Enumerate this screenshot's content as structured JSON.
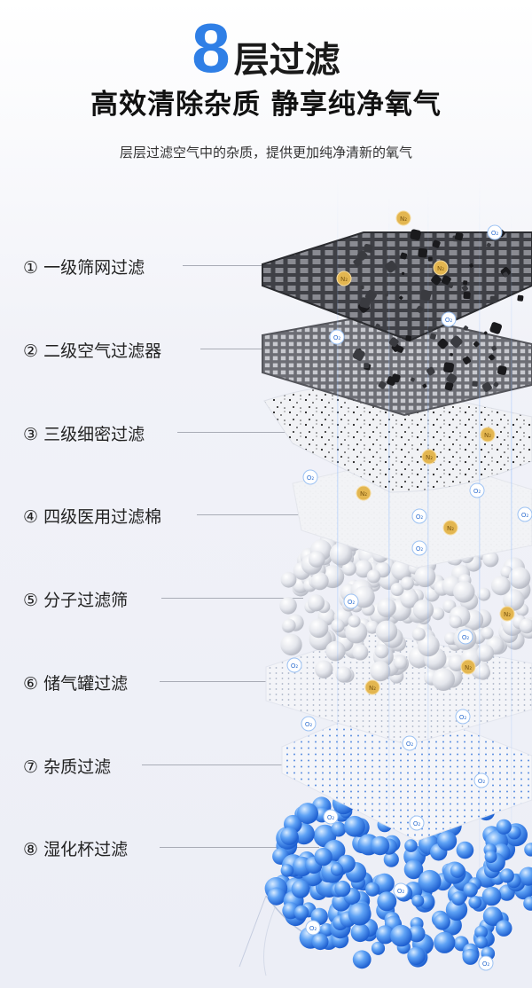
{
  "header": {
    "title_number": "8",
    "title_text": "层过滤",
    "subtitle": "高效清除杂质 静享纯净氧气",
    "description": "层层过滤空气中的杂质，提供更加纯净清新的氧气"
  },
  "layers": [
    {
      "label": "① 一级筛网过滤"
    },
    {
      "label": "② 二级空气过滤器"
    },
    {
      "label": "③ 三级细密过滤"
    },
    {
      "label": "④ 四级医用过滤棉"
    },
    {
      "label": "⑤ 分子过滤筛"
    },
    {
      "label": "⑥ 储气罐过滤"
    },
    {
      "label": "⑦ 杂质过滤"
    },
    {
      "label": "⑧ 湿化杯过滤"
    }
  ],
  "molecules": {
    "oxygen": "O₂",
    "nitrogen": "N₂"
  },
  "colors": {
    "accent_blue": "#2f7fe6",
    "nitrogen_gold": "#e3b650",
    "water_blue": "#3a86f0"
  }
}
